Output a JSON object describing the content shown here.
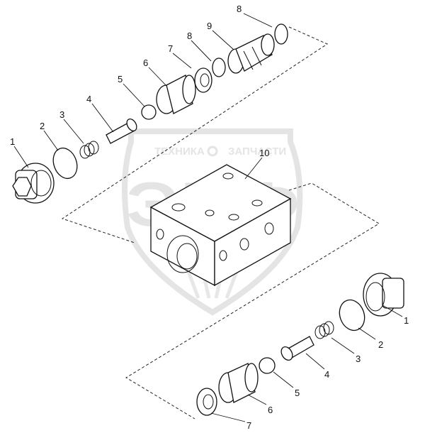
{
  "watermark": {
    "top_text_left": "ТЕХНИКА",
    "top_text_right": "ЗАПЧАСТИ",
    "big_text": "ЭПФ"
  },
  "callouts": {
    "p1_top": "1",
    "p2_top": "2",
    "p3_top": "3",
    "p4_top": "4",
    "p5_top": "5",
    "p6_top": "6",
    "p7_top": "7",
    "p8_mid": "8",
    "p9": "9",
    "p8_top": "8",
    "p10": "10",
    "p1_bot": "1",
    "p2_bot": "2",
    "p3_bot": "3",
    "p4_bot": "4",
    "p5_bot": "5",
    "p6_bot": "6",
    "p7_bot": "7"
  }
}
